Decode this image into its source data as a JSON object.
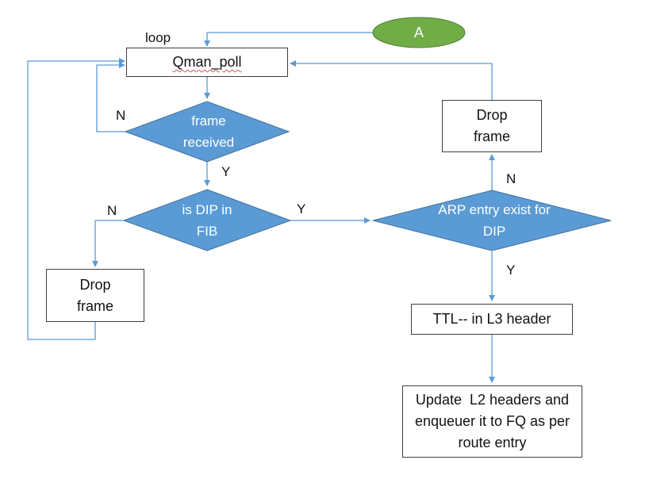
{
  "nodes": {
    "start": "A",
    "loop_label": "loop",
    "qman": "Qman_poll",
    "frame_received": "frame received",
    "dip_in_fib": "is DIP in FIB",
    "drop_left": "Drop frame",
    "arp_entry": "ARP entry exist for DIP",
    "drop_right": "Drop frame",
    "ttl": "TTL-- in L3 header",
    "update": "Update  L2 headers and enqueuer it to FQ as per route entry"
  },
  "edges": {
    "frame_no": "N",
    "frame_yes": "Y",
    "dip_no": "N",
    "dip_yes": "Y",
    "arp_no": "N",
    "arp_yes": "Y"
  },
  "colors": {
    "decision_fill": "#5b9bd5",
    "start_fill": "#70ad47",
    "connector": "#5b9bd5",
    "box_border": "#3f3f3f"
  }
}
